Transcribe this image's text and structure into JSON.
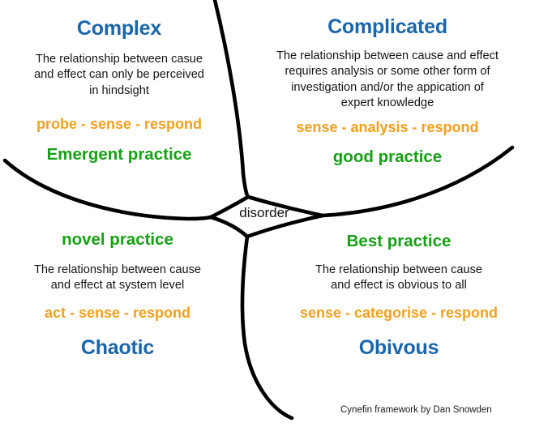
{
  "diagram": {
    "title": "Cynefin framework",
    "attribution": "Cynefin framework by Dan Snowden",
    "center_label": "disorder",
    "colors": {
      "domain_title": "#1a66ab",
      "action_sequence": "#f2a01e",
      "practice": "#16a016",
      "body_text": "#141414",
      "divider": "#000000",
      "background": "#ffffff"
    },
    "quadrants": [
      {
        "id": "complex",
        "position": "top-left",
        "title": "Complex",
        "body": [
          "The relationship between casue",
          "and effect can only be perceived",
          "in hindsight"
        ],
        "action": "probe - sense - respond",
        "practice": "Emergent practice"
      },
      {
        "id": "complicated",
        "position": "top-right",
        "title": "Complicated",
        "body": [
          "The relationship between cause and effect",
          "requires analysis or some other form of",
          "investigation and/or the appication of",
          "expert knowledge"
        ],
        "action": "sense - analysis -  respond",
        "practice": "good practice"
      },
      {
        "id": "chaotic",
        "position": "bottom-left",
        "title": "Chaotic",
        "body": [
          "The relationship between cause",
          "and effect at system level"
        ],
        "action": "act - sense - respond",
        "practice": "novel practice"
      },
      {
        "id": "obvious",
        "position": "bottom-right",
        "title": "Obivous",
        "body": [
          "The relationship between cause",
          "and effect is obvious to all"
        ],
        "action": "sense - categorise -  respond",
        "practice": "Best practice"
      }
    ]
  }
}
